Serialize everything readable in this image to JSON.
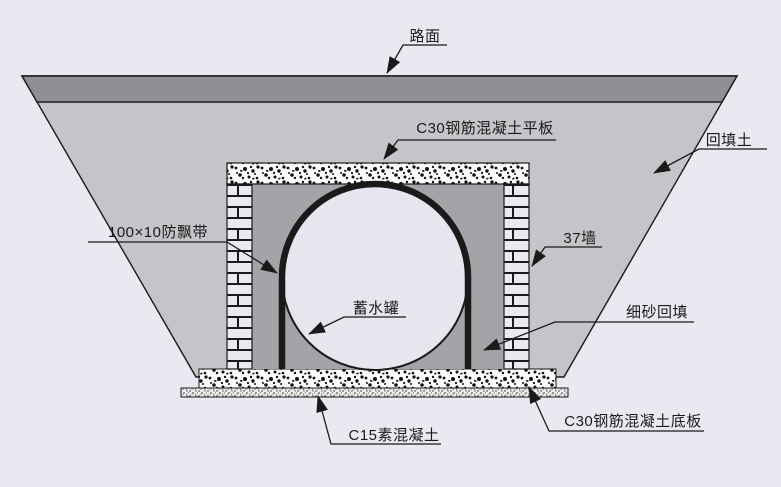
{
  "diagram": {
    "labels": {
      "road_surface": "路面",
      "top_slab": "C30钢筋混凝土平板",
      "backfill_soil": "回填土",
      "anti_float_band": "100×10防飘带",
      "brick_wall": "37墙",
      "water_tank": "蓄水罐",
      "fine_sand_backfill": "细砂回填",
      "c15_plain_concrete": "C15素混凝土",
      "bottom_slab": "C30钢筋混凝土底板"
    },
    "colors": {
      "background": "#e9e9f1",
      "road_band": "#8f8f93",
      "excavation_fill": "#c5c5c9",
      "sand_fill": "#a4a4a8",
      "tank_fill": "#e6e6ee",
      "brick_fill": "#e9e9ef",
      "slab_base": "#fcfcfc",
      "line": "#1a1a1a"
    }
  }
}
